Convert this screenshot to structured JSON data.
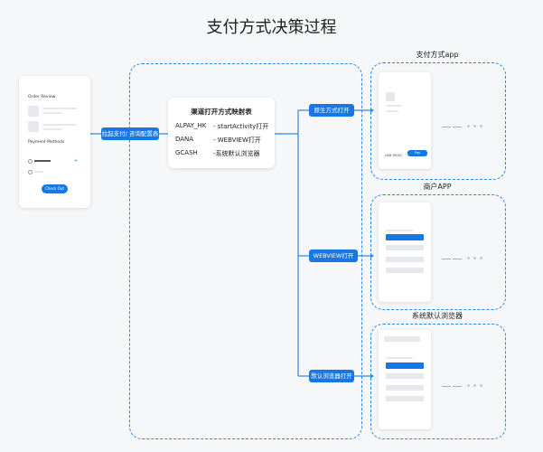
{
  "title": "支付方式决策过程",
  "left_card": {
    "order_review": "Order Review",
    "payment_methods": "Payment Methods",
    "checkout_button": "Check Out"
  },
  "connector_buttons": {
    "invoke": "拉起支付/ 咨询配置表"
  },
  "mapping_table": {
    "title": "渠道打开方式映射表",
    "rows": [
      {
        "channel": "ALPAY_HK",
        "method": "- startActivity打开"
      },
      {
        "channel": "DANA",
        "method": "- WEBVIEW打开"
      },
      {
        "channel": "GCASH",
        "method": "-系统默认浏览器"
      }
    ]
  },
  "branches": [
    {
      "button": "原生方式打开",
      "label": "支付方式app"
    },
    {
      "button": "WEBVIEW打开",
      "label": "商户APP"
    },
    {
      "button": "默认浏览器打开",
      "label": "系统默认浏览器"
    }
  ],
  "app_screen": {
    "price": "USD 99.00",
    "pay_button": "Pay"
  },
  "colors": {
    "accent": "#1677e5",
    "dashed_border": "#2b86e8",
    "background": "#f6f7f9"
  }
}
